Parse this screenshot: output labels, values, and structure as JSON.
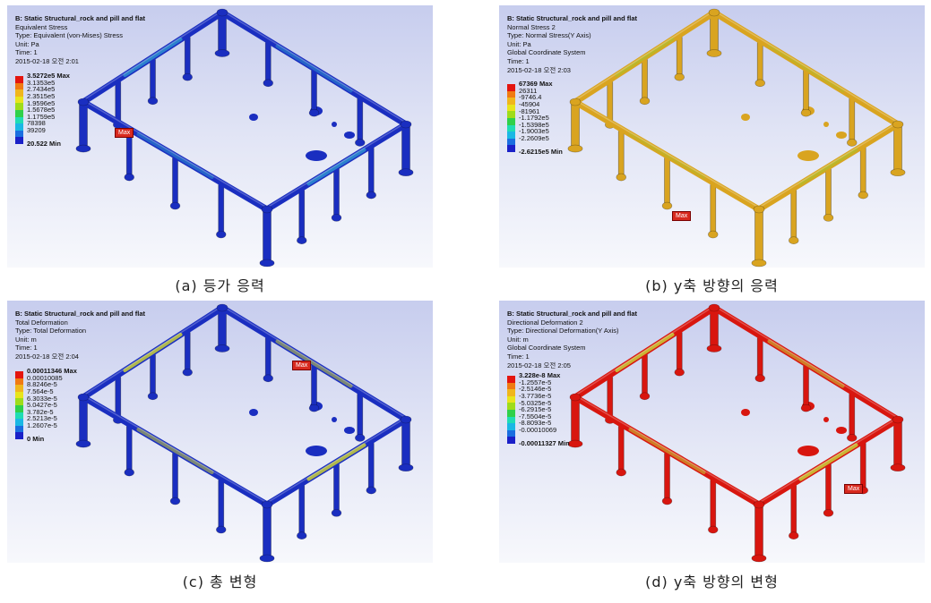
{
  "panels": [
    {
      "id": "a",
      "caption": "(a) 등가 응력",
      "info": [
        "B: Static Structural_rock and pill and flat",
        "Equivalent Stress",
        "Type: Equivalent (von-Mises) Stress",
        "Unit: Pa",
        "Time: 1",
        "2015-02-18 오전 2:01"
      ],
      "legend_labels": [
        "3.5272e5 Max",
        "3.1353e5",
        "2.7434e5",
        "2.3515e5",
        "1.9596e5",
        "1.5678e5",
        "1.1759e5",
        "78398",
        "39209",
        "20.522 Min"
      ],
      "max_tag": "Max",
      "model_colors": {
        "frame": "#1a2ec0",
        "accent": "#2f8fd0",
        "pillar": "#1a2ec0"
      }
    },
    {
      "id": "b",
      "caption": "(b) y축 방향의 응력",
      "info": [
        "B: Static Structural_rock and pill and flat",
        "Normal Stress 2",
        "Type: Normal Stress(Y Axis)",
        "Unit: Pa",
        "Global Coordinate System",
        "Time: 1",
        "2015-02-18 오전 2:03"
      ],
      "legend_labels": [
        "67369 Max",
        "26311",
        "-9746.4",
        "-45904",
        "-81961",
        "-1.1792e5",
        "-1.5398e5",
        "-1.9003e5",
        "-2.2609e5",
        "-2.6215e5 Min"
      ],
      "max_tag": "Max",
      "model_colors": {
        "frame": "#d9a420",
        "accent": "#b9b82a",
        "pillar": "#d9a420"
      }
    },
    {
      "id": "c",
      "caption": "(c) 총 변형",
      "info": [
        "B: Static Structural_rock and pill and flat",
        "Total Deformation",
        "Type: Total Deformation",
        "Unit: m",
        "Time: 1",
        "2015-02-18 오전 2:04"
      ],
      "legend_labels": [
        "0.00011346 Max",
        "0.00010085",
        "8.8246e-5",
        "7.564e-5",
        "6.3033e-5",
        "5.0427e-5",
        "3.782e-5",
        "2.5213e-5",
        "1.2607e-5",
        "0 Min"
      ],
      "max_tag": "Max",
      "model_colors": {
        "frame": "#1a2ec0",
        "accent": "#c9cf3a",
        "pillar": "#1a2ec0"
      }
    },
    {
      "id": "d",
      "caption": "(d) y축 방향의 변형",
      "info": [
        "B: Static Structural_rock and pill and flat",
        "Directional Deformation 2",
        "Type: Directional Deformation(Y Axis)",
        "Unit: m",
        "Global Coordinate System",
        "Time: 1",
        "2015-02-18 오전 2:05"
      ],
      "legend_labels": [
        "3.228e-8 Max",
        "-1.2557e-5",
        "-2.5146e-5",
        "-3.7736e-5",
        "-5.0325e-5",
        "-6.2915e-5",
        "-7.5504e-5",
        "-8.8093e-5",
        "-0.00010069",
        "-0.00011327 Min"
      ],
      "max_tag": "Max",
      "model_colors": {
        "frame": "#d8160f",
        "accent": "#c9cf3a",
        "pillar": "#d8160f"
      }
    }
  ],
  "legend_colors": [
    "#e4150f",
    "#f07a12",
    "#f0b61c",
    "#e8e41c",
    "#9fdc1a",
    "#2fd04a",
    "#1fdcb4",
    "#1ab8e4",
    "#1a6ee0",
    "#1a20c8"
  ]
}
